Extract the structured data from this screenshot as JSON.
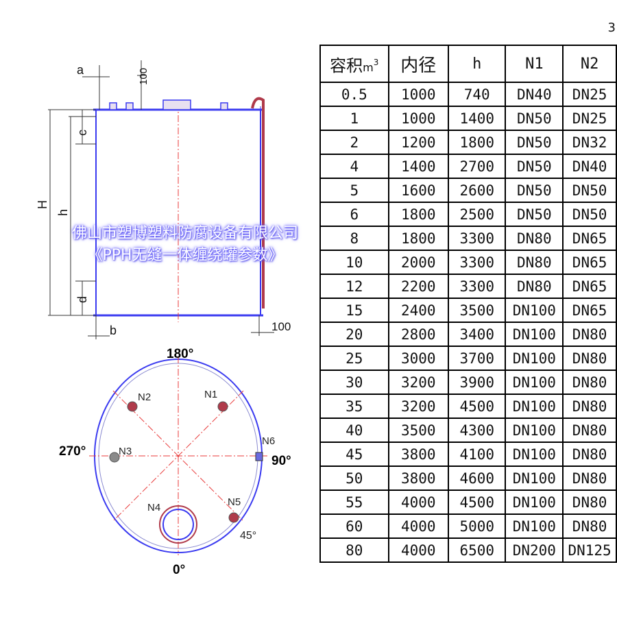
{
  "diagram": {
    "elevation": {
      "dims": {
        "a": "a",
        "c": "c",
        "h": "h",
        "H": "H",
        "d": "d",
        "b": "b",
        "top_offset": "100",
        "side_offset": "100"
      }
    },
    "plan": {
      "angles": {
        "top": "180°",
        "left": "270°",
        "right": "90°",
        "bottom": "0°",
        "n5": "45°"
      },
      "nozzles": {
        "n1": "N1",
        "n2": "N2",
        "n3": "N3",
        "n4": "N4",
        "n5": "N5",
        "n6": "N6"
      }
    }
  },
  "table": {
    "headers": {
      "capacity": "容积",
      "capacity_unit": "m",
      "capacity_power": "3",
      "inner_diameter": "内径",
      "h": "h",
      "n1": "N1",
      "n2": "N2"
    },
    "rows": [
      [
        "0.5",
        "1000",
        "740",
        "DN40",
        "DN25"
      ],
      [
        "1",
        "1000",
        "1400",
        "DN50",
        "DN25"
      ],
      [
        "2",
        "1200",
        "1800",
        "DN50",
        "DN32"
      ],
      [
        "4",
        "1400",
        "2700",
        "DN50",
        "DN40"
      ],
      [
        "5",
        "1600",
        "2600",
        "DN50",
        "DN50"
      ],
      [
        "6",
        "1800",
        "2500",
        "DN50",
        "DN50"
      ],
      [
        "8",
        "1800",
        "3300",
        "DN80",
        "DN65"
      ],
      [
        "10",
        "2000",
        "3300",
        "DN80",
        "DN65"
      ],
      [
        "12",
        "2200",
        "3300",
        "DN80",
        "DN65"
      ],
      [
        "15",
        "2400",
        "3500",
        "DN100",
        "DN65"
      ],
      [
        "20",
        "2800",
        "3400",
        "DN100",
        "DN80"
      ],
      [
        "25",
        "3000",
        "3700",
        "DN100",
        "DN80"
      ],
      [
        "30",
        "3200",
        "3900",
        "DN100",
        "DN80"
      ],
      [
        "35",
        "3200",
        "4500",
        "DN100",
        "DN80"
      ],
      [
        "40",
        "3500",
        "4300",
        "DN100",
        "DN80"
      ],
      [
        "45",
        "3800",
        "4100",
        "DN100",
        "DN80"
      ],
      [
        "50",
        "3800",
        "4600",
        "DN100",
        "DN80"
      ],
      [
        "55",
        "4000",
        "4500",
        "DN100",
        "DN80"
      ],
      [
        "60",
        "4000",
        "5000",
        "DN100",
        "DN80"
      ],
      [
        "80",
        "4000",
        "6500",
        "DN200",
        "DN125"
      ]
    ]
  },
  "watermark": {
    "company": "佛山市塑博塑料防腐设备有限公司",
    "caption": "《PPH无缝一体缠绕罐参数》"
  },
  "corner_mark": "3",
  "colors": {
    "vessel_outline": "#3a3af0",
    "centerline": "#e83a3a",
    "nozzle": "#b03a4a",
    "watermark_glow": "#6a63ff"
  }
}
